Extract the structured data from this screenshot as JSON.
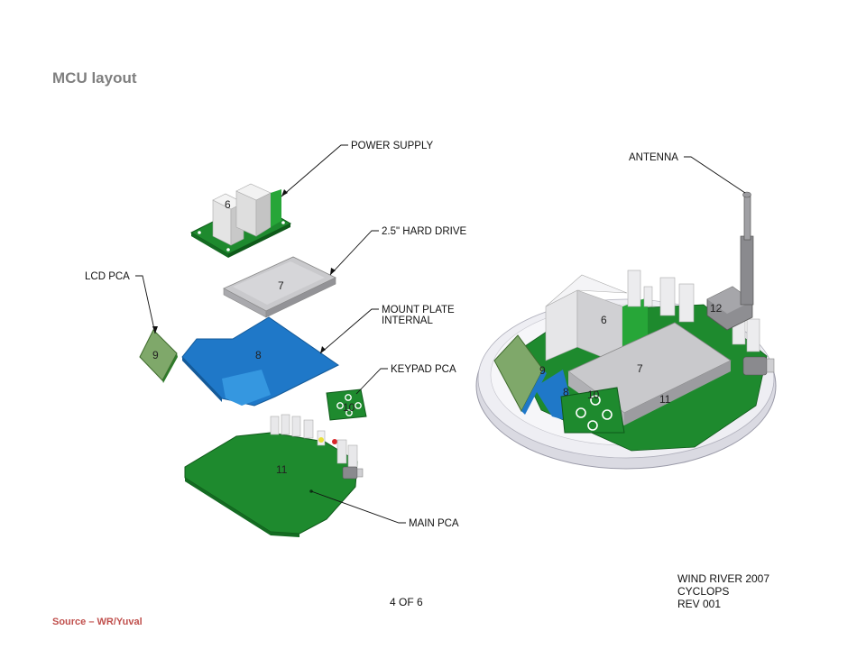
{
  "slide": {
    "title": "MCU layout",
    "source": "Source – WR/Yuval"
  },
  "callouts": {
    "power_supply": "POWER SUPPLY",
    "hard_drive": "2.5\" HARD DRIVE",
    "lcd_pca": "LCD PCA",
    "mount_plate_line1": "MOUNT PLATE",
    "mount_plate_line2": "INTERNAL",
    "keypad_pca": "KEYPAD PCA",
    "main_pca": "MAIN PCA",
    "antenna": "ANTENNA"
  },
  "exploded_numbers": {
    "power_supply": "6",
    "hard_drive": "7",
    "mount_plate": "8",
    "lcd_pca": "9",
    "keypad_pca": "10",
    "main_pca": "11"
  },
  "assembled_numbers": {
    "power_supply": "6",
    "hard_drive": "7",
    "mount_plate": "8",
    "lcd_pca": "9",
    "keypad_pca": "10",
    "main_pca": "11",
    "antenna_connector": "12"
  },
  "title_block": {
    "line1": "WIND RIVER 2007",
    "line2": "CYCLOPS",
    "line3": "REV 001"
  },
  "page_number": "4 OF 6",
  "colors": {
    "pcb_green": "#1e8a2e",
    "mount_plate_blue": "#1f78c8",
    "lcd_green": "#7fa86a",
    "housing_gray": "#e8e8ee",
    "title_gray": "#7f7f7f",
    "source_red": "#c0504d"
  }
}
